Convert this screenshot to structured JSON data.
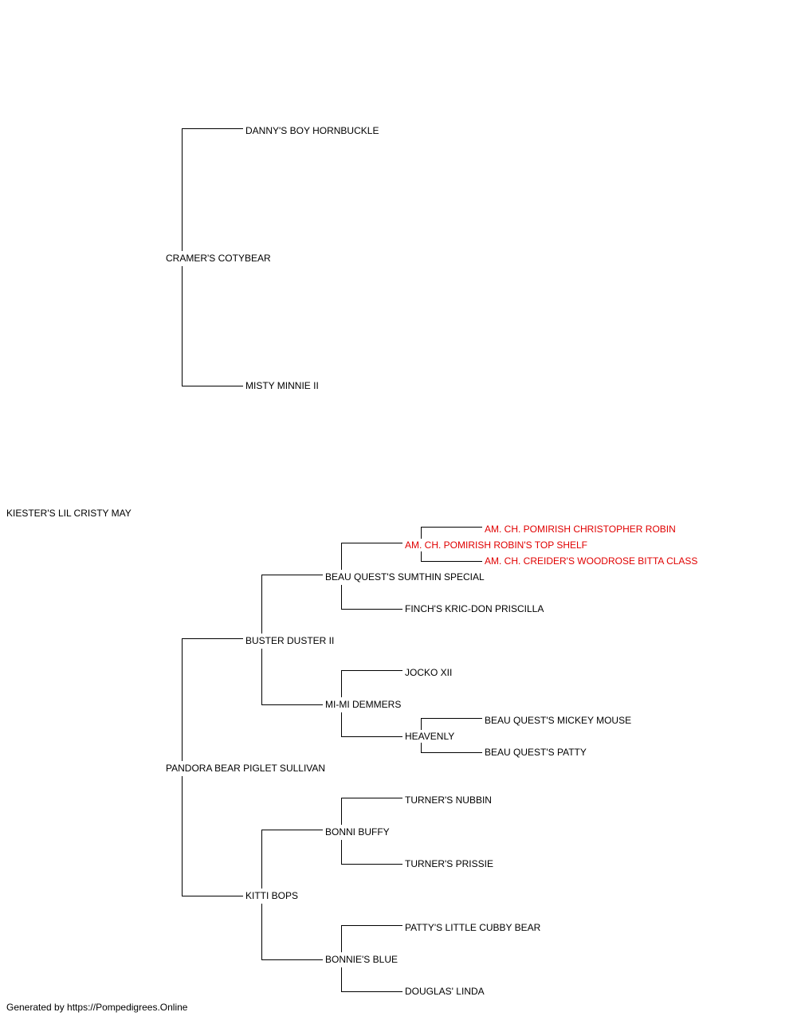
{
  "pedigree": {
    "subject": "KIESTER'S LIL CRISTY MAY",
    "sire": "CRAMER'S COTYBEAR",
    "sire_sire": "DANNY'S BOY HORNBUCKLE",
    "sire_dam": "MISTY MINNIE II",
    "dam": "PANDORA BEAR PIGLET SULLIVAN",
    "dam_sire": "BUSTER DUSTER II",
    "dam_sire_sire": "BEAU QUEST'S SUMTHIN SPECIAL",
    "dam_sire_sire_sire": "AM. CH. POMIRISH ROBIN'S TOP SHELF",
    "dam_sire_sire_sire_sire": "AM. CH. POMIRISH CHRISTOPHER ROBIN",
    "dam_sire_sire_sire_dam": "AM. CH. CREIDER'S WOODROSE BITTA CLASS",
    "dam_sire_sire_dam": "FINCH'S KRIC-DON PRISCILLA",
    "dam_sire_dam": "MI-MI DEMMERS",
    "dam_sire_dam_sire": "JOCKO XII",
    "dam_sire_dam_dam": "HEAVENLY",
    "dam_sire_dam_dam_sire": "BEAU QUEST'S MICKEY MOUSE",
    "dam_sire_dam_dam_dam": "BEAU QUEST'S PATTY",
    "dam_dam": "KITTI BOPS",
    "dam_dam_sire": "BONNI BUFFY",
    "dam_dam_sire_sire": "TURNER'S NUBBIN",
    "dam_dam_sire_dam": "TURNER'S PRISSIE",
    "dam_dam_dam": "BONNIE'S BLUE",
    "dam_dam_dam_sire": "PATTY'S LITTLE CUBBY BEAR",
    "dam_dam_dam_dam": "DOUGLAS' LINDA"
  },
  "colors": {
    "normal_text": "#000000",
    "champion_text": "#e00000",
    "connector_line": "#000000"
  },
  "footer": "Generated by https://Pompedigrees.Online"
}
